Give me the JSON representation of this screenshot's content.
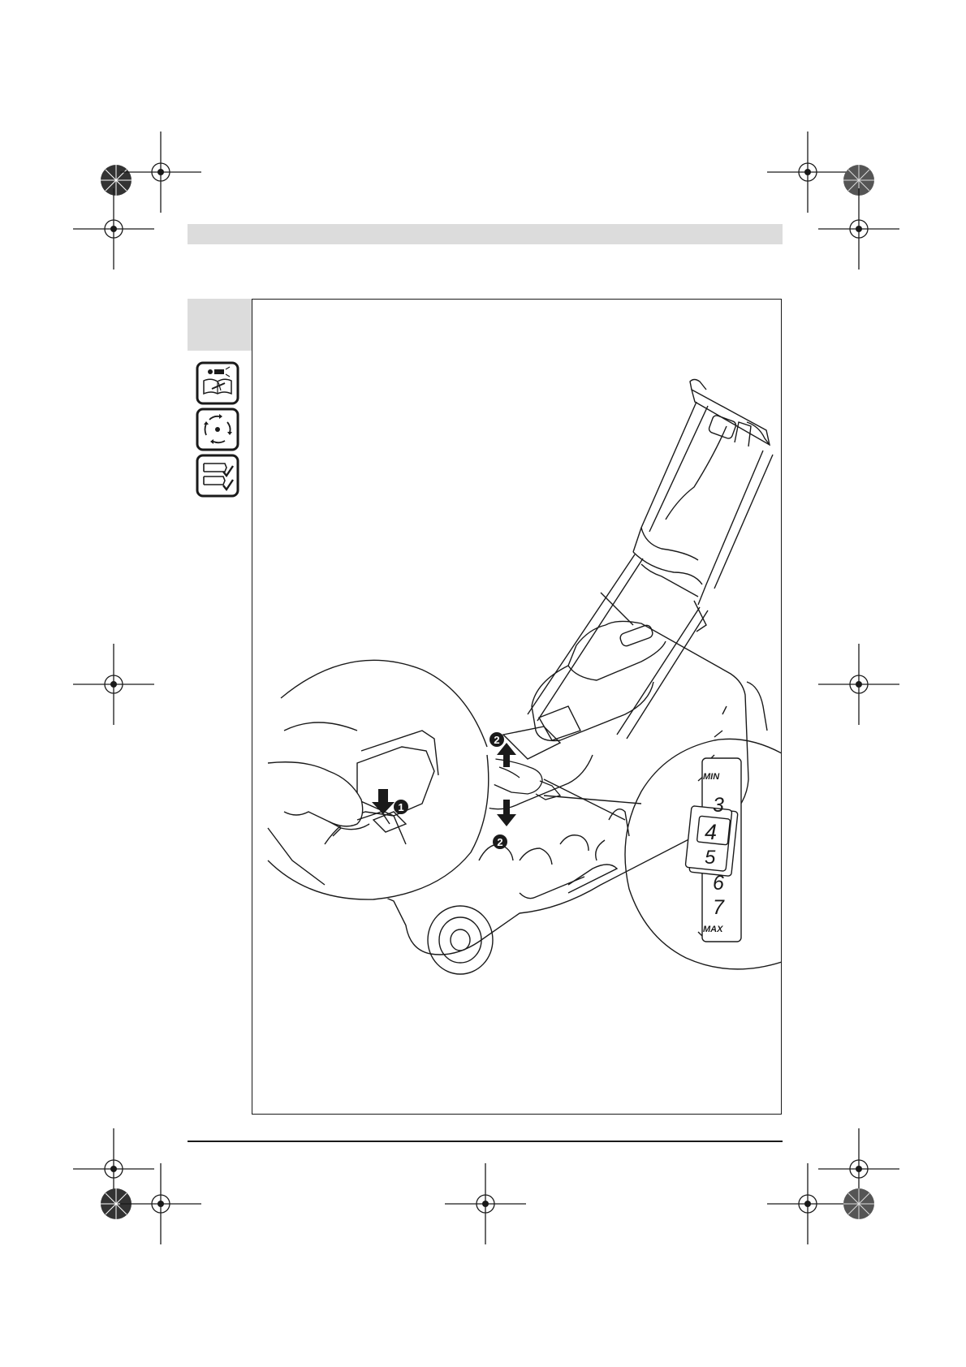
{
  "callouts": {
    "press_down": "1",
    "lift_up": "2",
    "push_down": "2"
  },
  "height_scale": {
    "min_label": "MIN",
    "max_label": "MAX",
    "values": [
      "3",
      "4",
      "5",
      "6",
      "7"
    ],
    "selected": "4"
  },
  "side_icons": [
    "manual-read-icon",
    "blade-rotation-icon",
    "checklist-icon"
  ],
  "colors": {
    "band_gray": "#dcdcdc",
    "ink": "#1a1a1a"
  }
}
